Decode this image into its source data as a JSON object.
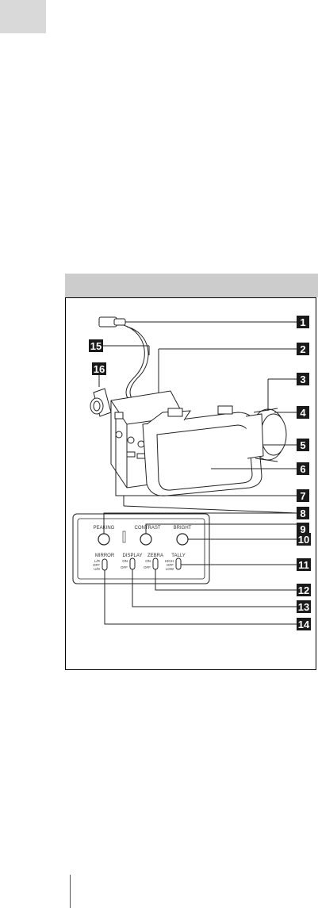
{
  "callouts": [
    "1",
    "2",
    "3",
    "4",
    "5",
    "6",
    "7",
    "8",
    "9",
    "10",
    "11",
    "12",
    "13",
    "14",
    "15",
    "16"
  ],
  "panel": {
    "peaking": "PEAKING",
    "contrast": "CONTRAST",
    "bright": "BRIGHT",
    "mirror": "MIRROR",
    "display": "DISPLAY",
    "zebra": "ZEBRA",
    "tally": "TALLY",
    "mirror_opts": [
      "L/R",
      "OFF",
      "U/D"
    ],
    "on_off": [
      "ON",
      "OFF"
    ],
    "tally_opts": [
      "HIGH",
      "OFF",
      "LOW"
    ]
  },
  "colors": {
    "tab": "#d9d9d9",
    "header_bar": "#cccccc",
    "callout_bg": "#1a1a1a"
  }
}
